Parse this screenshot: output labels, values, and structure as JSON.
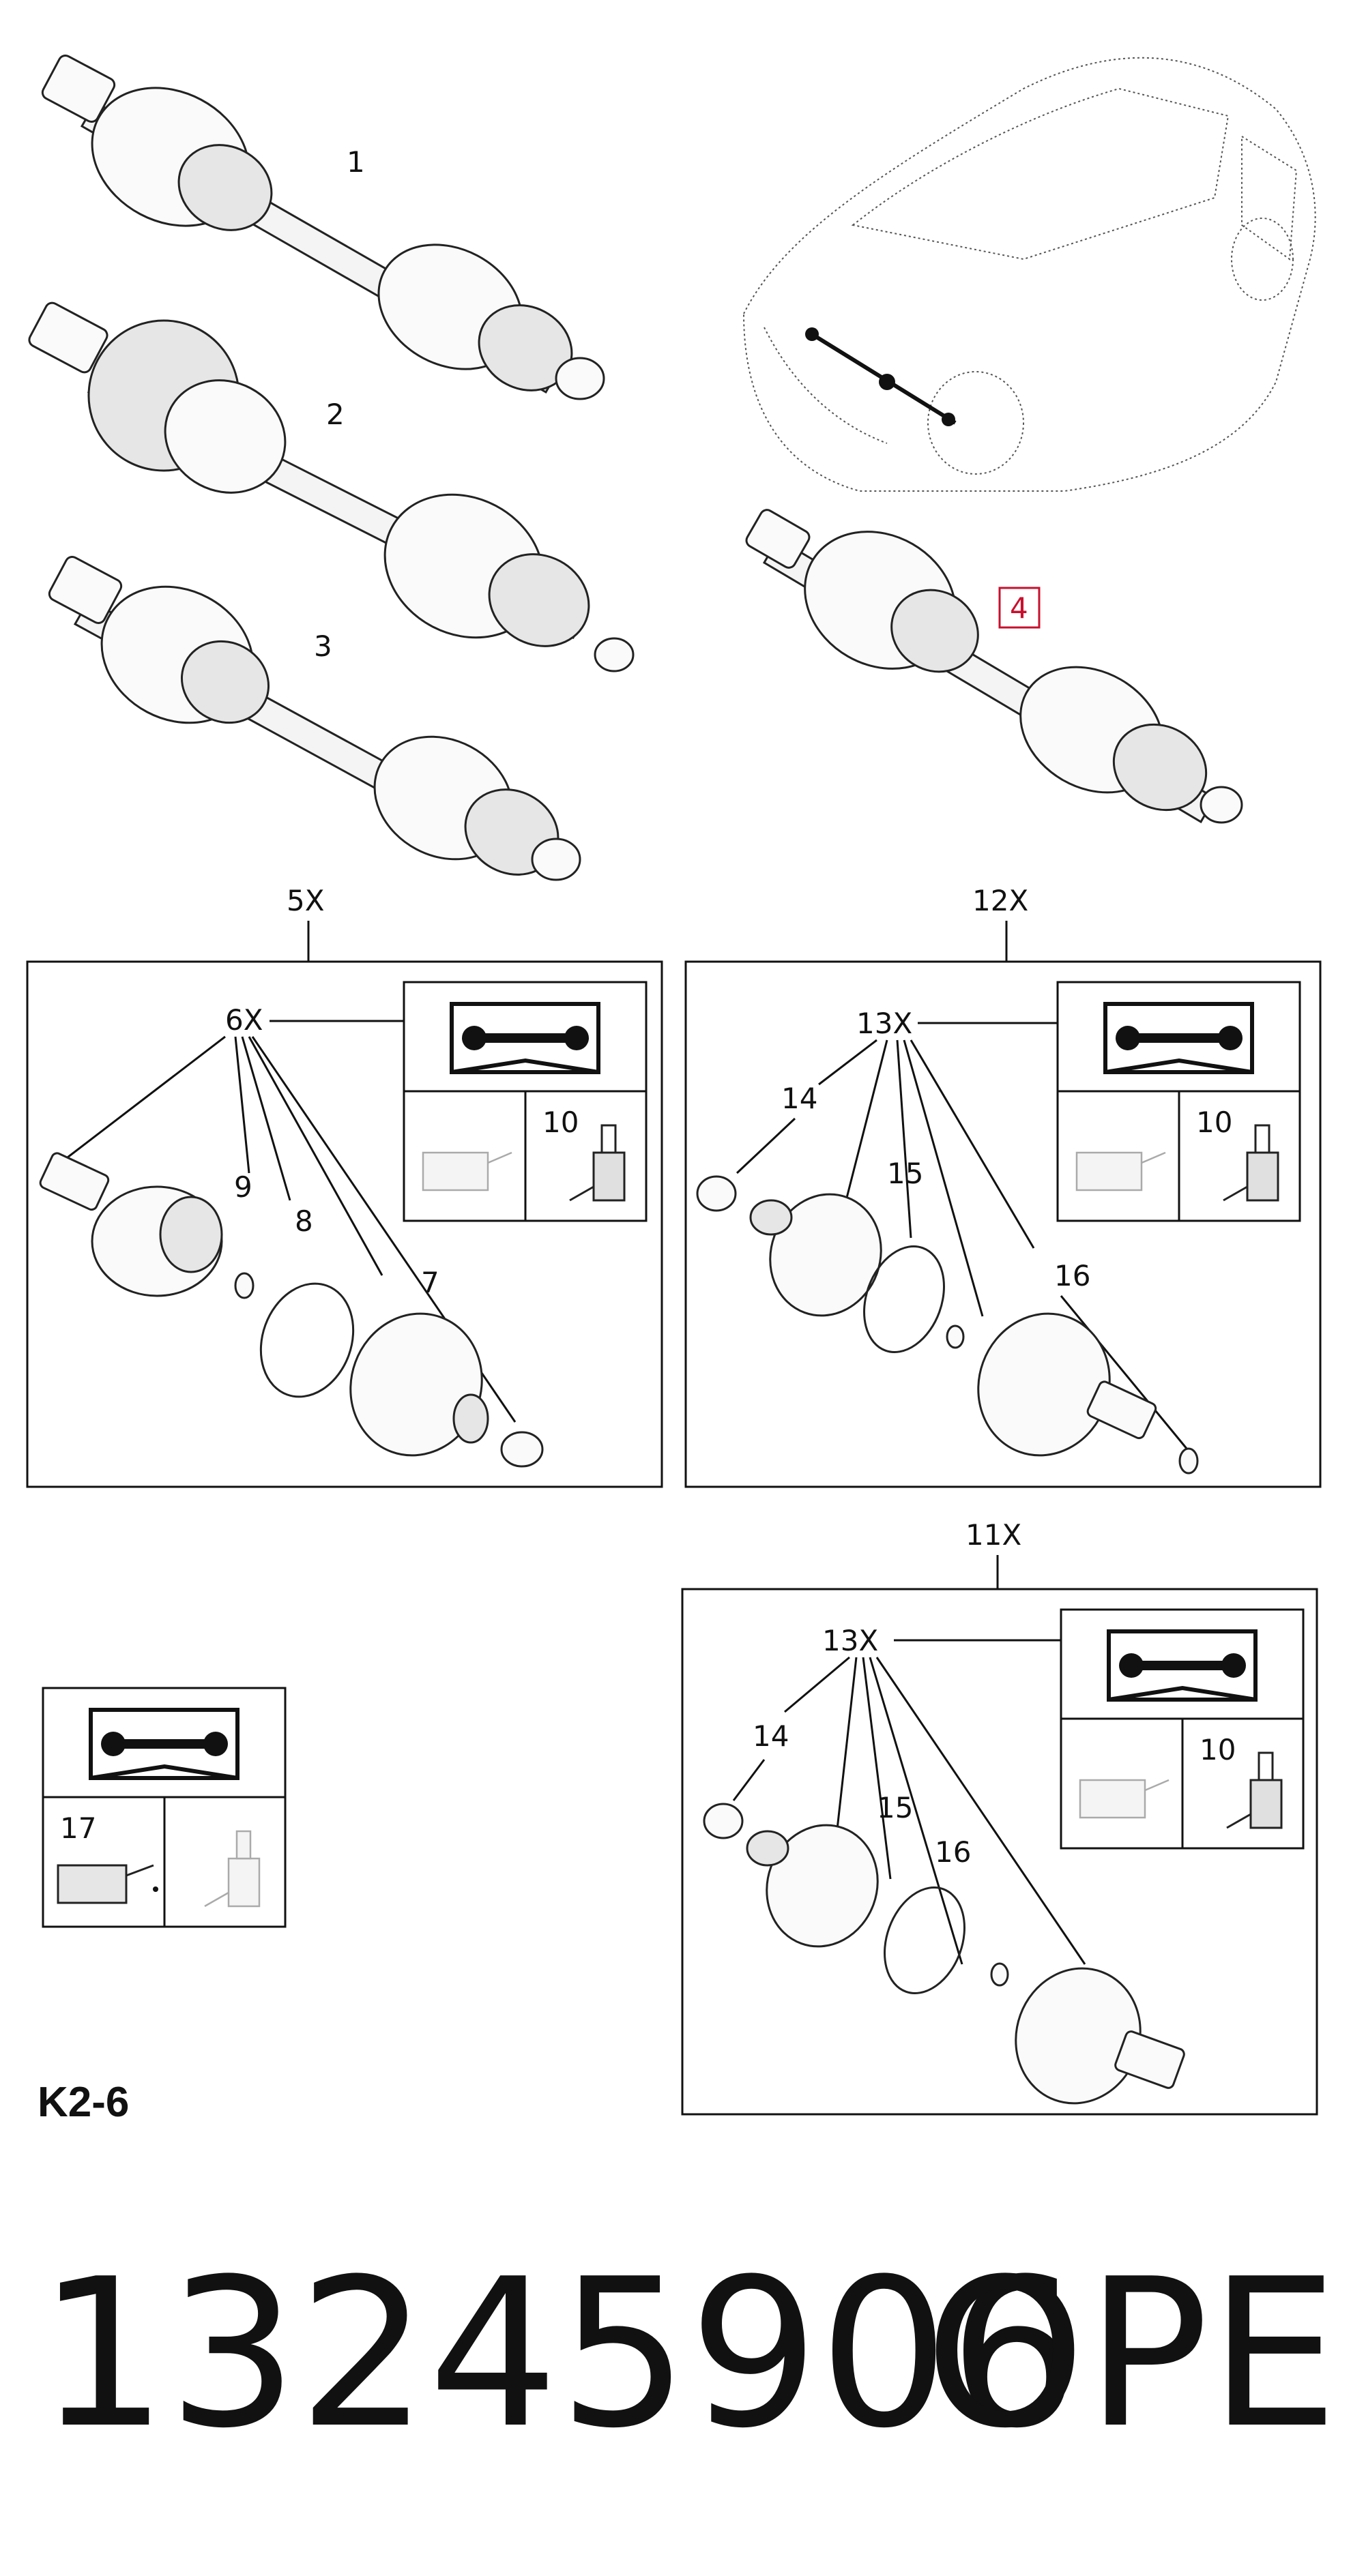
{
  "callouts": {
    "c1": "1",
    "c2": "2",
    "c3": "3",
    "c4": "4",
    "c5x": "5X",
    "c6x": "6X",
    "c7": "7",
    "c8": "8",
    "c9": "9",
    "c10a": "10",
    "c12x": "12X",
    "c13xa": "13X",
    "c14a": "14",
    "c15a": "15",
    "c16a": "16",
    "c10b": "10",
    "c11x": "11X",
    "c13xb": "13X",
    "c14b": "14",
    "c15b": "15",
    "c16b": "16",
    "c10c": "10",
    "c17": "17"
  },
  "section_label": "K2-6",
  "footer": {
    "part_number": "13245906",
    "brand": "OPEL"
  },
  "colors": {
    "line": "#111111",
    "highlight": "#c8102e",
    "ghost": "#aaaaaa"
  },
  "icons": [
    "manual-wrench-icon",
    "oil-can-icon",
    "grease-tube-icon"
  ]
}
